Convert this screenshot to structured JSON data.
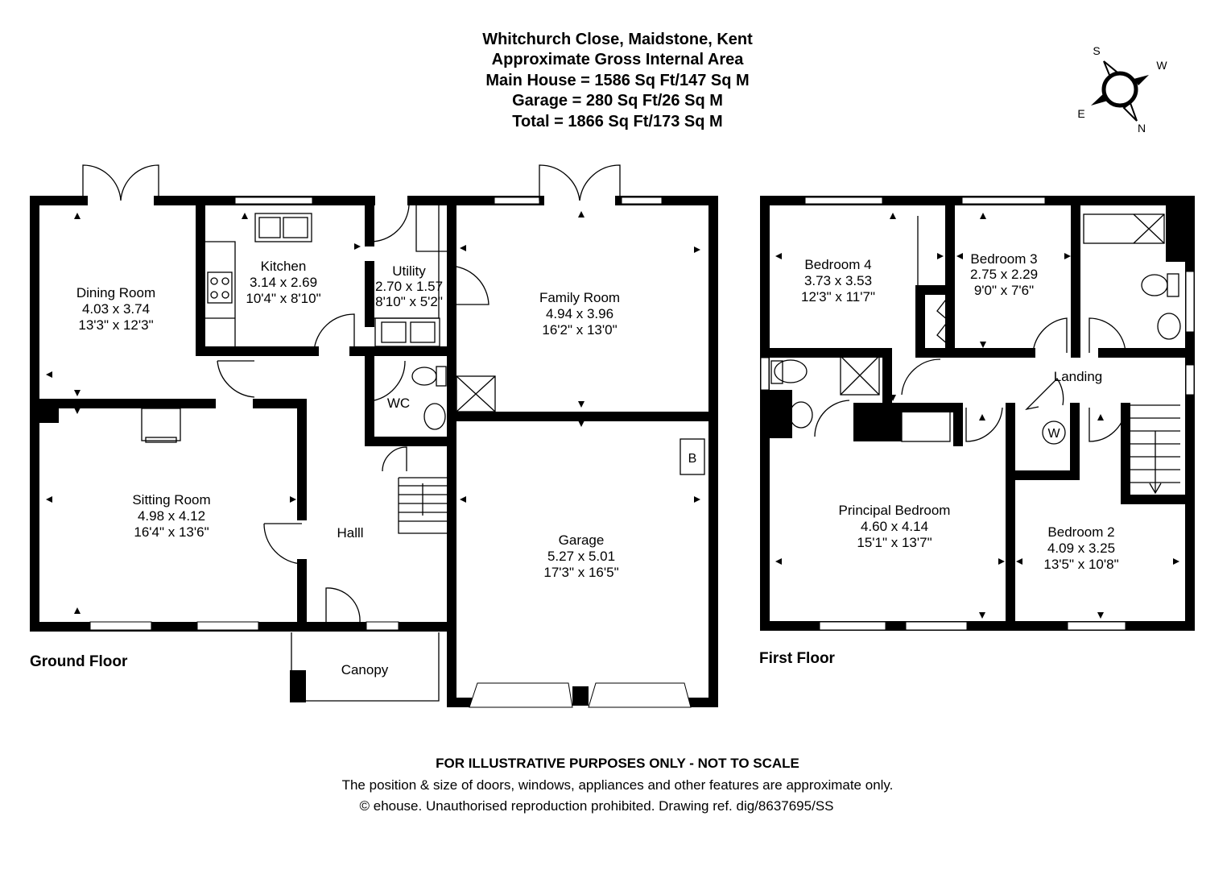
{
  "header": {
    "address": "Whitchurch Close, Maidstone, Kent",
    "subtitle": "Approximate Gross Internal Area",
    "main_house": "Main House = 1586 Sq Ft/147 Sq M",
    "garage": "Garage = 280 Sq Ft/26 Sq M",
    "total": "Total = 1866 Sq Ft/173 Sq M"
  },
  "compass": {
    "s": "S",
    "w": "W",
    "e": "E",
    "n": "N"
  },
  "ground_floor": {
    "label": "Ground Floor",
    "rooms": {
      "dining": {
        "name": "Dining Room",
        "metric": "4.03 x 3.74",
        "imperial": "13'3\" x 12'3\""
      },
      "kitchen": {
        "name": "Kitchen",
        "metric": "3.14 x 2.69",
        "imperial": "10'4\" x 8'10\""
      },
      "utility": {
        "name": "Utility",
        "metric": "2.70 x 1.57",
        "imperial": "8'10\" x 5'2\""
      },
      "family": {
        "name": "Family Room",
        "metric": "4.94 x 3.96",
        "imperial": "16'2\" x 13'0\""
      },
      "wc": {
        "name": "WC"
      },
      "sitting": {
        "name": "Sitting Room",
        "metric": "4.98 x 4.12",
        "imperial": "16'4\" x 13'6\""
      },
      "hall": {
        "name": "Halll"
      },
      "garage": {
        "name": "Garage",
        "metric": "5.27 x 5.01",
        "imperial": "17'3\" x 16'5\""
      },
      "canopy": {
        "name": "Canopy"
      },
      "boiler": "B"
    }
  },
  "first_floor": {
    "label": "First Floor",
    "rooms": {
      "bed4": {
        "name": "Bedroom 4",
        "metric": "3.73 x 3.53",
        "imperial": "12'3\" x 11'7\""
      },
      "bed3": {
        "name": "Bedroom 3",
        "metric": "2.75 x 2.29",
        "imperial": "9'0\" x 7'6\""
      },
      "landing": {
        "name": "Landing"
      },
      "principal": {
        "name": "Principal Bedroom",
        "metric": "4.60 x 4.14",
        "imperial": "15'1\" x 13'7\""
      },
      "bed2": {
        "name": "Bedroom 2",
        "metric": "4.09 x 3.25",
        "imperial": "13'5\" x 10'8\""
      },
      "cupboard": "W"
    }
  },
  "footer": {
    "disclaimer": "FOR ILLUSTRATIVE PURPOSES ONLY - NOT TO SCALE",
    "note": "The position & size of doors, windows, appliances and other features are approximate only.",
    "copyright": "© ehouse. Unauthorised reproduction prohibited. Drawing ref. dig/8637695/SS"
  }
}
